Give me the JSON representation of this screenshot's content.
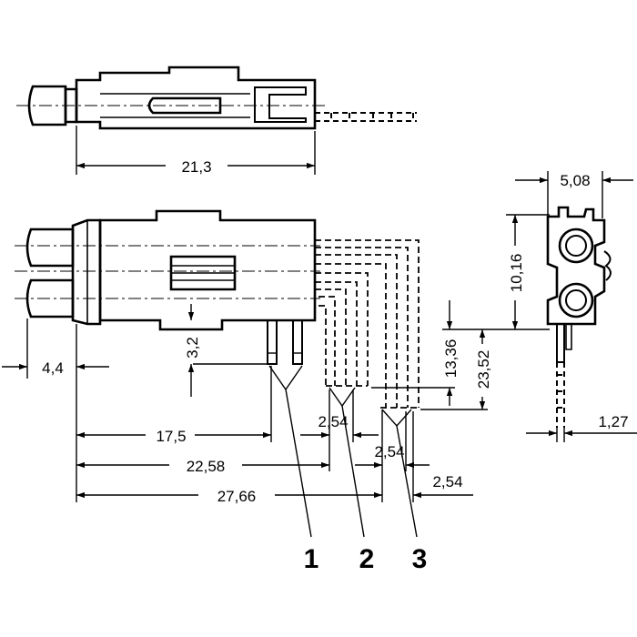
{
  "dimensions": {
    "top_length": "21,3",
    "right_width": "5,08",
    "right_height": "10,16",
    "right_pin_pitch": "1,27",
    "pin_stub": "3,2",
    "left_offset": "4,4",
    "pin1_pos": "17,5",
    "pin2_pos": "22,58",
    "pin3_pos": "27,66",
    "pitch_a": "2,54",
    "pitch_b": "2,54",
    "pitch_c": "2,54",
    "short_pin": "13,36",
    "long_pin": "23,52"
  },
  "callouts": {
    "pin1": "1",
    "pin2": "2",
    "pin3": "3"
  },
  "colors": {
    "line": "#000000",
    "background": "#ffffff"
  }
}
